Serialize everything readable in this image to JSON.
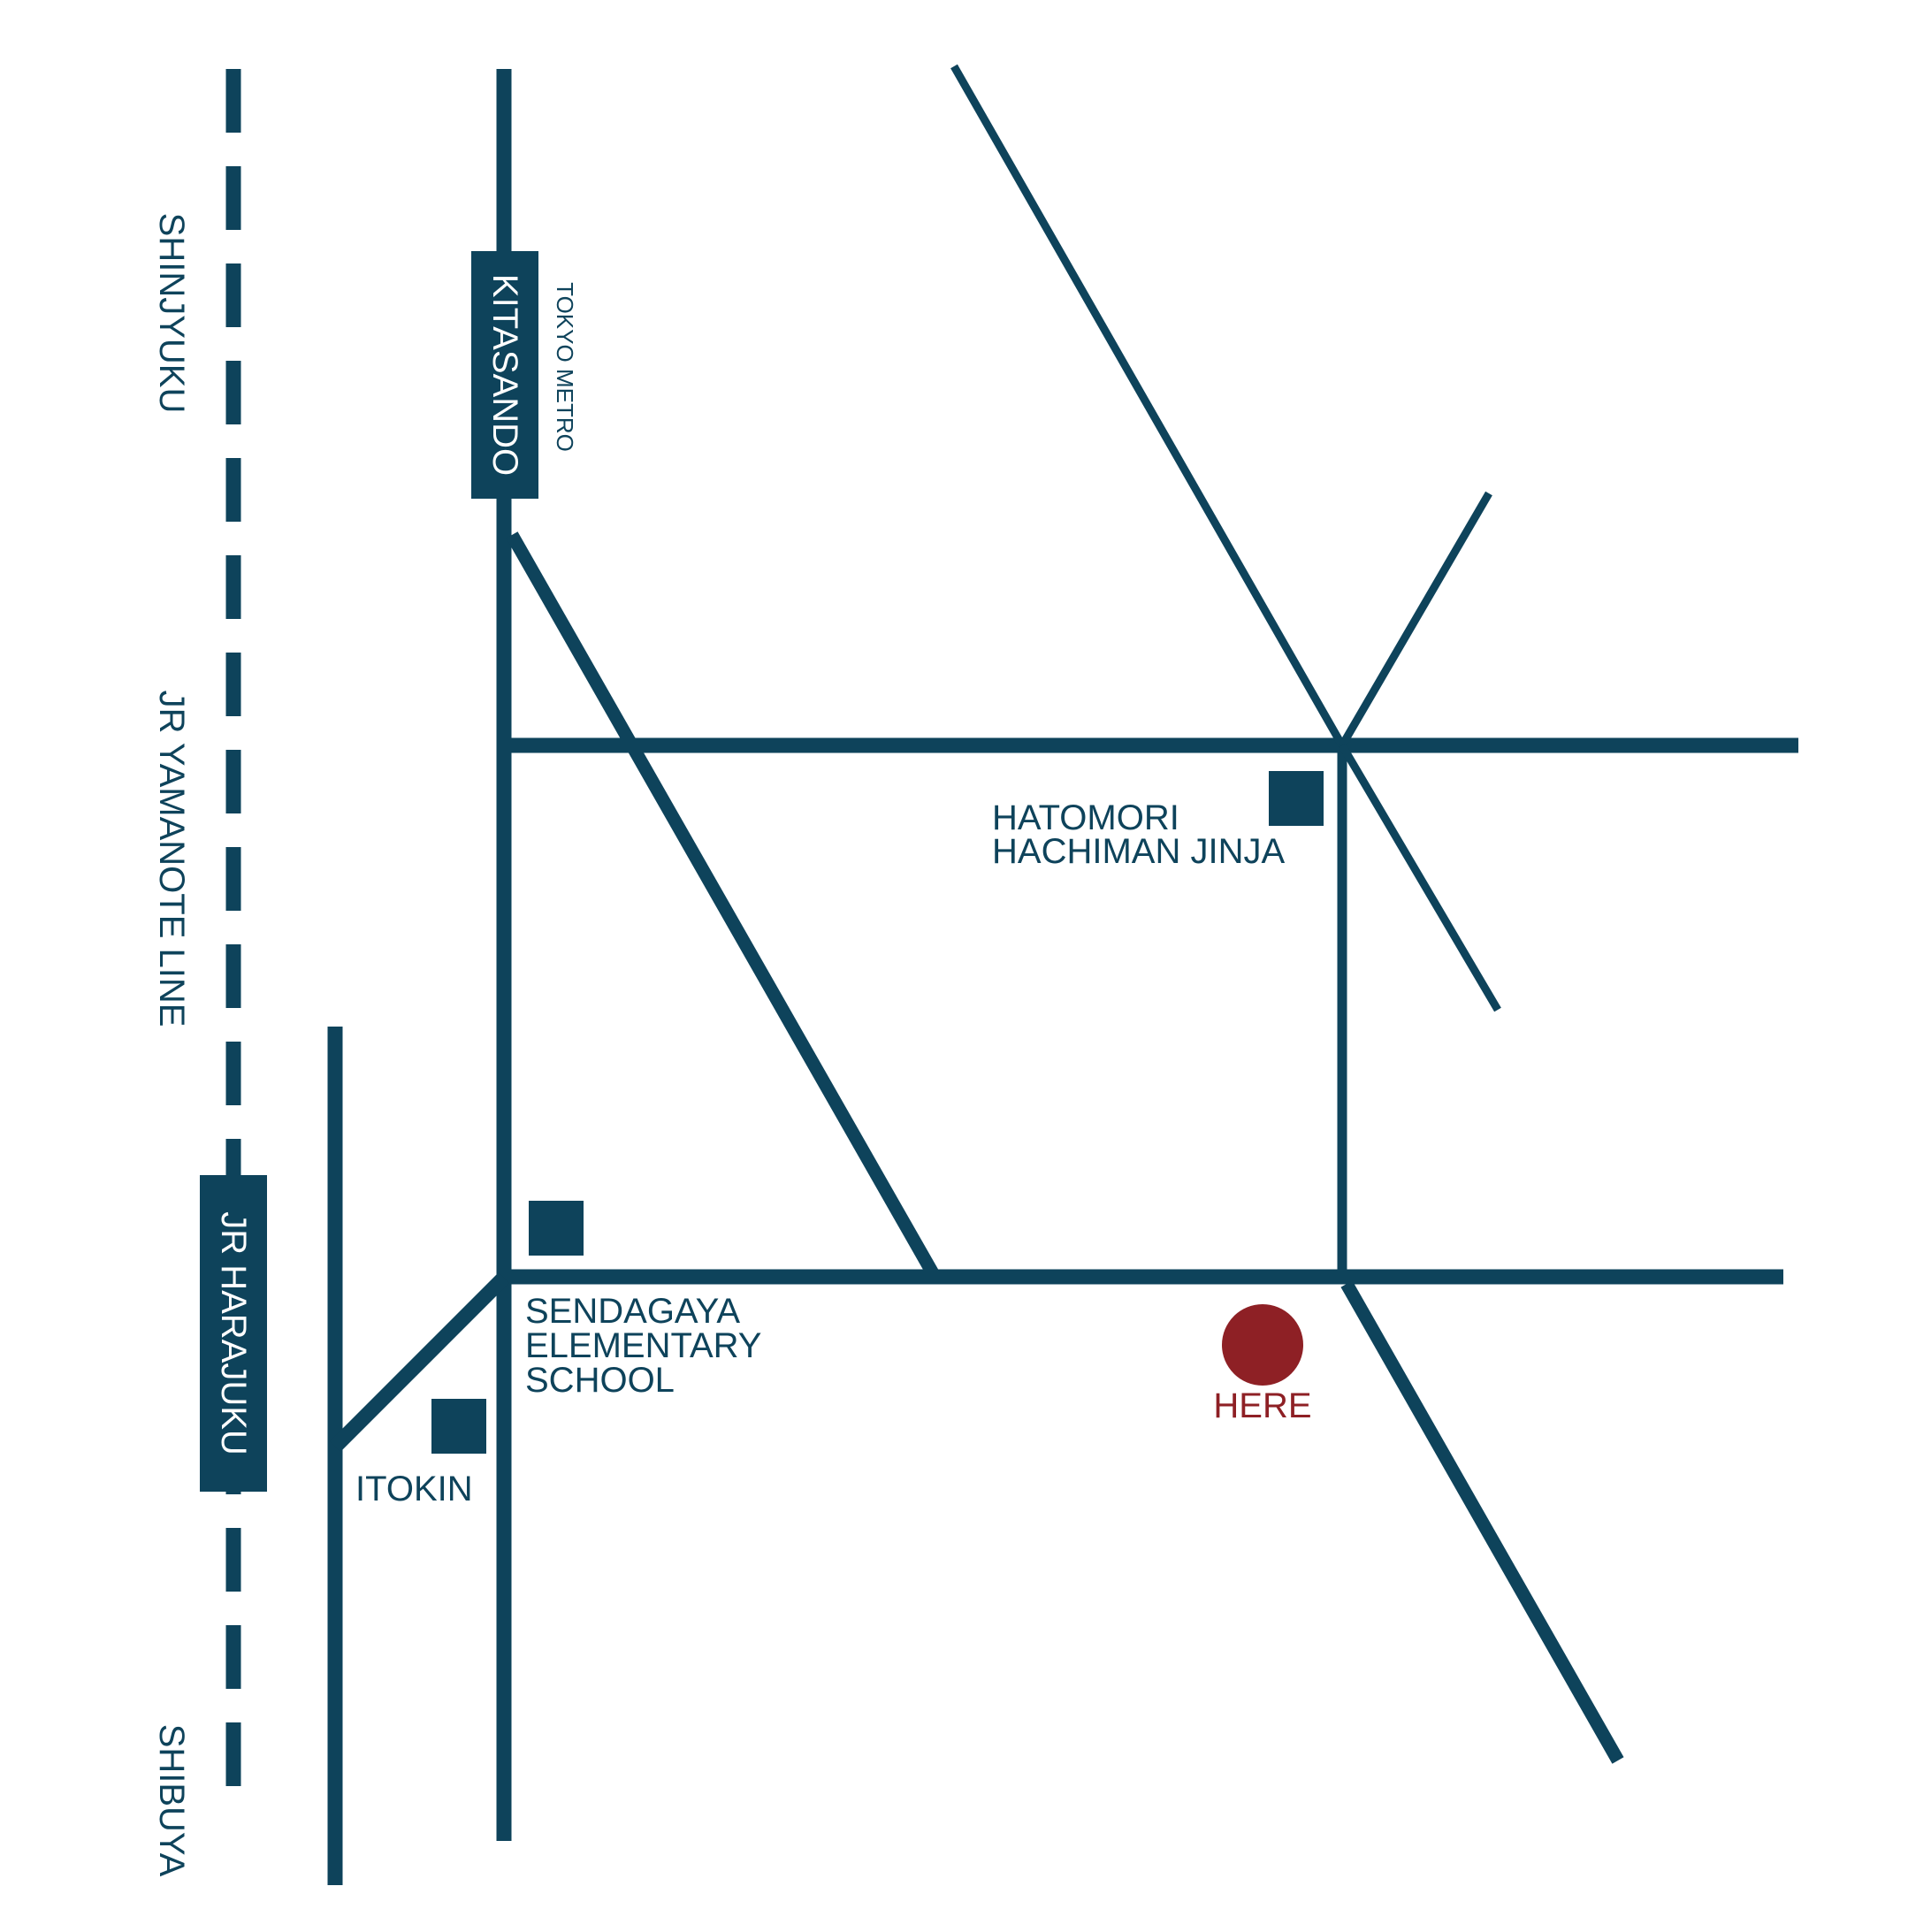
{
  "colors": {
    "road": "#0e435b",
    "marker": "#8e2025",
    "background": "#ffffff",
    "station_text": "#ffffff"
  },
  "rail": {
    "line_name": "JR YAMANOTE LINE",
    "north_direction": "SHINJYUKU",
    "south_direction": "SHIBUYA"
  },
  "stations": {
    "kitasando": {
      "name": "KITASANDO",
      "operator": "TOKYO METRO"
    },
    "harajuku": {
      "name": "JR HARAJUKU"
    }
  },
  "landmarks": {
    "hatomori": {
      "line1": "HATOMORI",
      "line2": "HACHIMAN JINJA"
    },
    "school": {
      "line1": "SENDAGAYA",
      "line2": "ELEMENTARY",
      "line3": "SCHOOL"
    },
    "itokin": {
      "name": "ITOKIN"
    }
  },
  "marker": {
    "label": "HERE"
  }
}
